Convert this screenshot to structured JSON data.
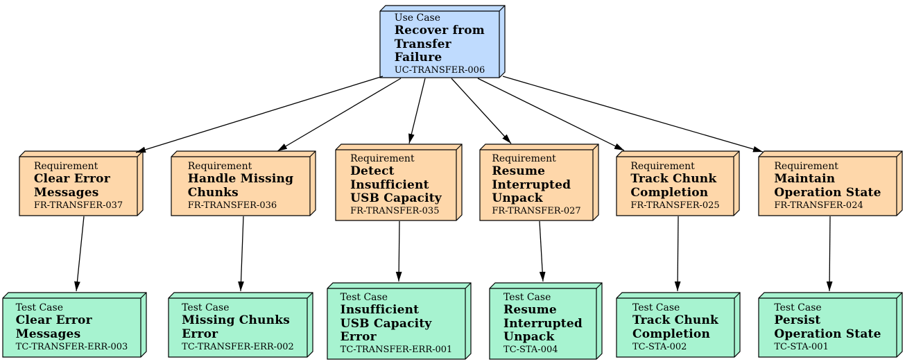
{
  "colors": {
    "use_case_fill": "#bfdbfe",
    "requirement_fill": "#fed7aa",
    "test_case_fill": "#a7f3d0",
    "border": "#000000",
    "edge": "#000000",
    "text": "#000000"
  },
  "nodes": {
    "uc": {
      "type_label": "Use Case",
      "title": "Recover from\nTransfer\nFailure",
      "id": "UC-TRANSFER-006"
    },
    "r1": {
      "type_label": "Requirement",
      "title": "Clear Error\nMessages",
      "id": "FR-TRANSFER-037"
    },
    "r2": {
      "type_label": "Requirement",
      "title": "Handle Missing\nChunks",
      "id": "FR-TRANSFER-036"
    },
    "r3": {
      "type_label": "Requirement",
      "title": "Detect\nInsufficient\nUSB Capacity",
      "id": "FR-TRANSFER-035"
    },
    "r4": {
      "type_label": "Requirement",
      "title": "Resume\nInterrupted\nUnpack",
      "id": "FR-TRANSFER-027"
    },
    "r5": {
      "type_label": "Requirement",
      "title": "Track Chunk\nCompletion",
      "id": "FR-TRANSFER-025"
    },
    "r6": {
      "type_label": "Requirement",
      "title": "Maintain\nOperation State",
      "id": "FR-TRANSFER-024"
    },
    "t1": {
      "type_label": "Test Case",
      "title": "Clear Error\nMessages",
      "id": "TC-TRANSFER-ERR-003"
    },
    "t2": {
      "type_label": "Test Case",
      "title": "Missing Chunks\nError",
      "id": "TC-TRANSFER-ERR-002"
    },
    "t3": {
      "type_label": "Test Case",
      "title": "Insufficient\nUSB Capacity\nError",
      "id": "TC-TRANSFER-ERR-001"
    },
    "t4": {
      "type_label": "Test Case",
      "title": "Resume\nInterrupted\nUnpack",
      "id": "TC-STA-004"
    },
    "t5": {
      "type_label": "Test Case",
      "title": "Track Chunk\nCompletion",
      "id": "TC-STA-002"
    },
    "t6": {
      "type_label": "Test Case",
      "title": "Persist\nOperation State",
      "id": "TC-STA-001"
    }
  },
  "edges": [
    [
      "uc",
      "r1"
    ],
    [
      "uc",
      "r2"
    ],
    [
      "uc",
      "r3"
    ],
    [
      "uc",
      "r4"
    ],
    [
      "uc",
      "r5"
    ],
    [
      "uc",
      "r6"
    ],
    [
      "r1",
      "t1"
    ],
    [
      "r2",
      "t2"
    ],
    [
      "r3",
      "t3"
    ],
    [
      "r4",
      "t4"
    ],
    [
      "r5",
      "t5"
    ],
    [
      "r6",
      "t6"
    ]
  ]
}
